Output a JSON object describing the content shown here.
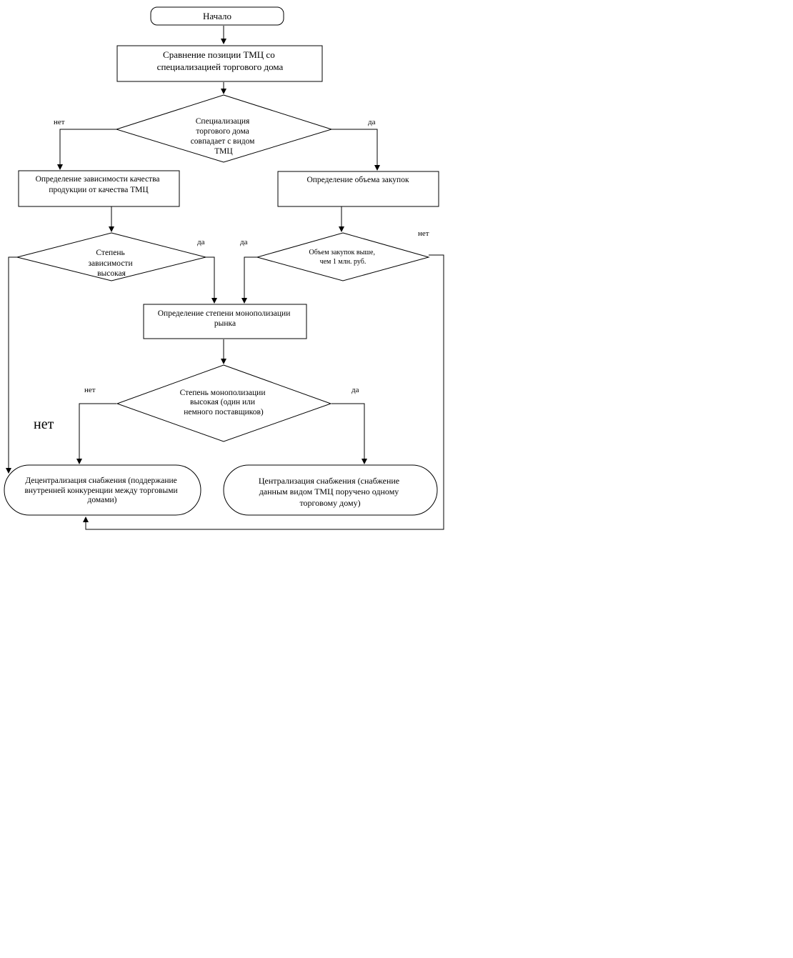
{
  "nodes": {
    "start": {
      "lines": [
        "Начало"
      ]
    },
    "compare": {
      "lines": [
        "Сравнение позиции ТМЦ со",
        "специализацией торгового дома"
      ]
    },
    "decision_specialization": {
      "lines": [
        "Специализация",
        "торгового дома",
        "совпадает с видом",
        "ТМЦ"
      ]
    },
    "dependency": {
      "lines": [
        "Определение зависимости качества",
        "продукции от качества ТМЦ"
      ]
    },
    "volume": {
      "lines": [
        "Определение объема закупок"
      ]
    },
    "decision_dependency": {
      "lines": [
        "Степень",
        "зависимости",
        "высокая"
      ]
    },
    "decision_volume": {
      "lines": [
        "Объем закупок выше,",
        "чем 1 млн. руб."
      ]
    },
    "monopoly": {
      "lines": [
        "Определение степени монополизации",
        "рынка"
      ]
    },
    "decision_monopoly": {
      "lines": [
        "Степень монополизации",
        "высокая (один или",
        "немного поставщиков)"
      ]
    },
    "decentral": {
      "lines": [
        "Децентрализация снабжения (поддержание",
        "внутренней конкуренции между торговыми",
        "домами)"
      ]
    },
    "central": {
      "lines": [
        "Централизация снабжения (снабжение",
        "данным видом ТМЦ поручено одному",
        "торговому дому)"
      ]
    }
  },
  "labels": {
    "spec_no": "нет",
    "spec_yes": "да",
    "dep_yes": "да",
    "vol_yes": "да",
    "vol_no": "нет",
    "mono_no": "нет",
    "mono_yes": "да",
    "big_no": "нет"
  }
}
